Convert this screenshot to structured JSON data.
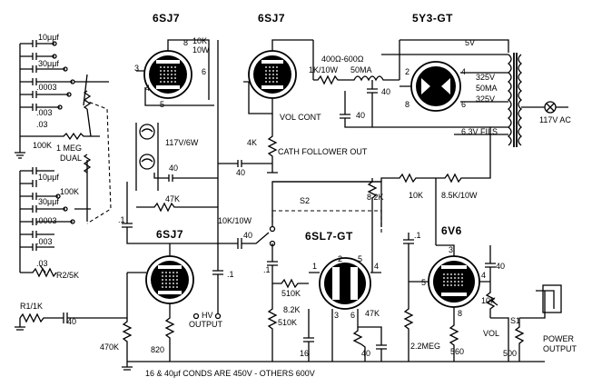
{
  "tubes": {
    "v1": "6SJ7",
    "v2": "6SJ7",
    "v3": "5Y3-GT",
    "v4": "6SJ7",
    "v5": "6SL7-GT",
    "v6": "6V6"
  },
  "labels": {
    "c10uf_a": "10μμf",
    "c30uf_a": "30μμf",
    "c0003_a": ".0003",
    "c003_a": ".003",
    "c03_a": ".03",
    "r100k_a": "100K",
    "pot_1meg": "1 MEG",
    "pot_dual": "DUAL",
    "r100k_b": "100K",
    "c10uf_b": "10μμf",
    "c30uf_b": "30μμf",
    "c0003_b": ".0003",
    "c003_b": ".003",
    "c03_b": ".03",
    "r2": "R2/5K",
    "r1": "R1/1K",
    "c40_in": "40",
    "r470k": "470K",
    "r820": "820",
    "hv_output": "HV",
    "hv_output2": "OUTPUT",
    "r10k_10w_a": "10K",
    "r10k_10w_b": "10W",
    "lamps": "117V/6W",
    "c40_mid": "40",
    "r47k_mid": "47K",
    "r10k_10w_mid": "10K/10W",
    "c1_left": ".1",
    "c40_s2": "40",
    "c1_6sj7": ".1",
    "r400_600": "400Ω-600Ω",
    "r1k_10w": "1K/10W",
    "choke_50ma": "50MA",
    "c40_f1": "40",
    "c40_f2": "40",
    "vol_cont": "VOL CONT",
    "r4k": "4K",
    "cath_follower": "CATH FOLLOWER OUT",
    "c40_cath": "40",
    "t_5v": "5V",
    "t_325a": "325V",
    "t_50ma": "50MA",
    "t_325b": "325V",
    "t_63v": "6.3V FILS",
    "t_117vac": "117V AC",
    "s2": "S2",
    "r8_2k_a": "8.2K",
    "r10k_a": "10K",
    "r8_5k": "8.5K/10W",
    "c1_out": ".1",
    "c1_6sl7": ".1",
    "r510k_a": "510K",
    "r8_2k_b": "8.2K",
    "r510k_b": "510K",
    "c16": "16",
    "r47k_b": "47K",
    "c40_b": "40",
    "c40_6v6": "40",
    "r10k_vol": "10K",
    "vol": "VOL",
    "s1": "S1",
    "r500": "500",
    "r2_2meg": "2.2MEG",
    "r560": "560",
    "power_out": "POWER",
    "power_out2": "OUTPUT",
    "pin1": "1",
    "pin2": "2",
    "pin3": "3",
    "pin4": "4",
    "pin5": "5",
    "pin6": "6",
    "pin8": "8",
    "footnote": "16 & 40μf CONDS ARE 450V - OTHERS 600V"
  }
}
